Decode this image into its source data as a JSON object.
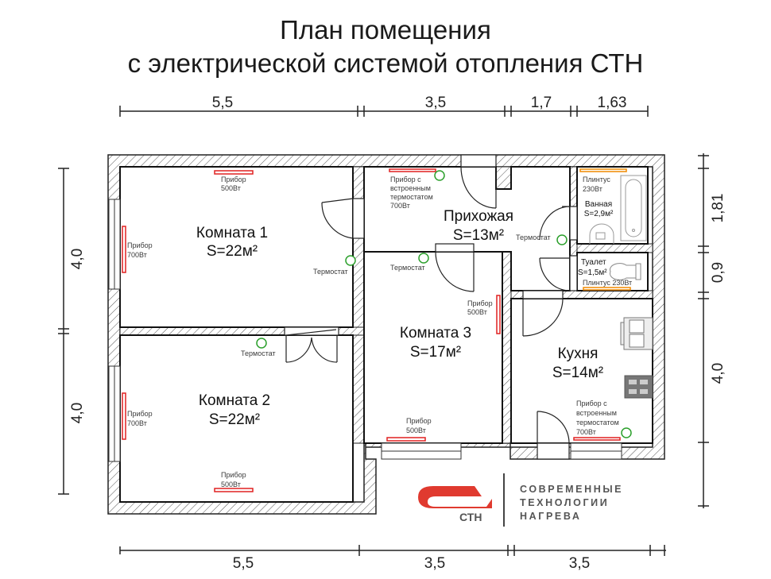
{
  "title": {
    "line1": "План помещения",
    "line2": "с электрической системой отопления СТН"
  },
  "dimensions": {
    "top": [
      "5,5",
      "3,5",
      "1,7",
      "1,63"
    ],
    "bottom": [
      "5,5",
      "3,5",
      "3,5"
    ],
    "left": [
      "4,0",
      "4,0"
    ],
    "right": [
      "1,81",
      "0,9",
      "4,0"
    ]
  },
  "rooms": {
    "room1": {
      "name": "Комната 1",
      "area": "S=22м²"
    },
    "room2": {
      "name": "Комната 2",
      "area": "S=22м²"
    },
    "room3": {
      "name": "Комната 3",
      "area": "S=17м²"
    },
    "hall": {
      "name": "Прихожая",
      "area": "S=13м²"
    },
    "bath": {
      "name": "Ванная",
      "area": "S=2,9м²"
    },
    "toilet": {
      "name": "Туалет",
      "area": "S=1,5м²"
    },
    "kitchen": {
      "name": "Кухня",
      "area": "S=14м²"
    }
  },
  "devices": {
    "room1_top": [
      "Прибор",
      "500Вт"
    ],
    "room1_left": [
      "Прибор",
      "700Вт"
    ],
    "room1_thermostat": "Термостат",
    "room2_left": [
      "Прибор",
      "700Вт"
    ],
    "room2_bottom": [
      "Прибор",
      "500Вт"
    ],
    "room2_thermostat": "Термостат",
    "room3_right": [
      "Прибор",
      "500Вт"
    ],
    "room3_bottom": [
      "Прибор",
      "500Вт"
    ],
    "room3_thermostat": "Термостат",
    "hall_device": [
      "Прибор с",
      "встроенным",
      "термостатом",
      "700Вт"
    ],
    "hall_thermostat": "Термостат",
    "bath_plinth": [
      "Плинтус",
      "230Вт"
    ],
    "toilet_plinth": "Плинтус 230Вт",
    "kitchen_device": [
      "Прибор с",
      "встроенным",
      "термостатом",
      "700Вт"
    ]
  },
  "logo": {
    "mark": "СТН",
    "lines": [
      "СОВРЕМЕННЫЕ",
      "ТЕХНОЛОГИИ",
      "НАГРЕВА"
    ]
  },
  "colors": {
    "heater": "#e02020",
    "plinth": "#f08a00",
    "thermostat": "#2ca02c",
    "logo_red": "#e03a2f",
    "wall": "#222222"
  }
}
